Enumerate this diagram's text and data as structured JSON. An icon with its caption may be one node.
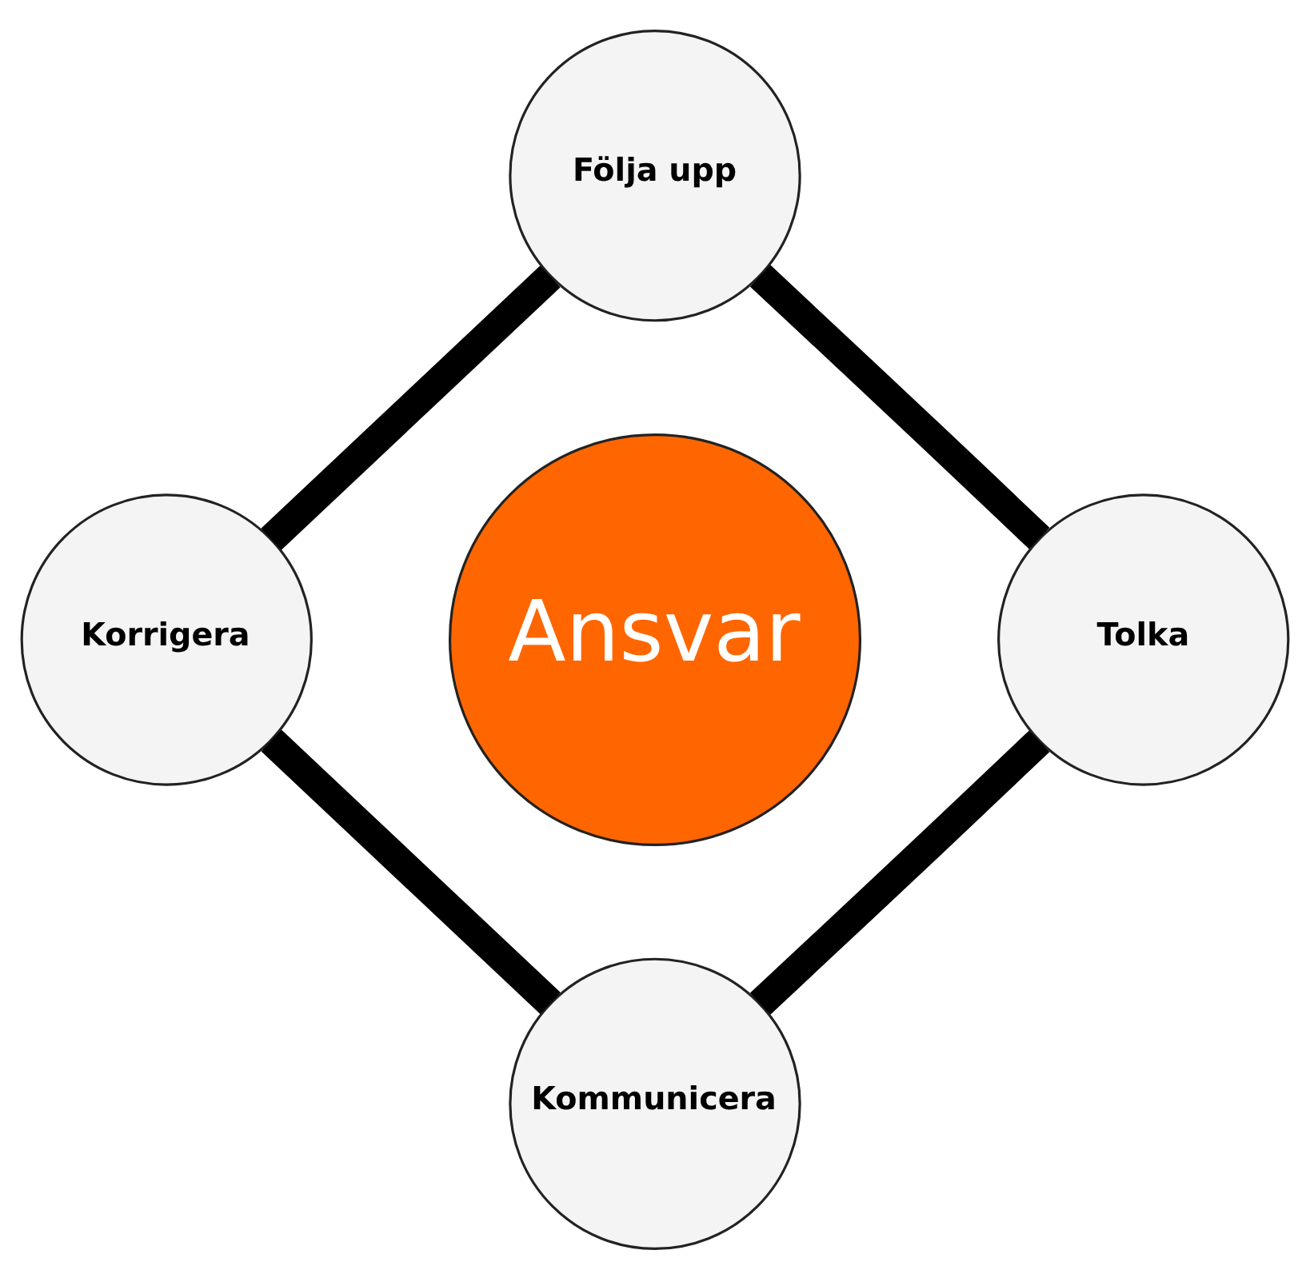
{
  "diagram": {
    "nodes": [
      {
        "text": [
          "Följa upp"
        ]
      },
      {
        "text": [
          "Korrigera"
        ]
      },
      {
        "text": [
          "Ansvar"
        ]
      },
      {
        "text": [
          "Tolka"
        ]
      },
      {
        "text": [
          "Kommunicera"
        ]
      }
    ],
    "edges": [
      {
        "from": 0,
        "to": 3,
        "arrow": "none"
      },
      {
        "from": 3,
        "to": 4,
        "arrow": "none"
      },
      {
        "from": 4,
        "to": 1,
        "arrow": "none"
      },
      {
        "from": 1,
        "to": 0,
        "arrow": "none"
      }
    ]
  }
}
